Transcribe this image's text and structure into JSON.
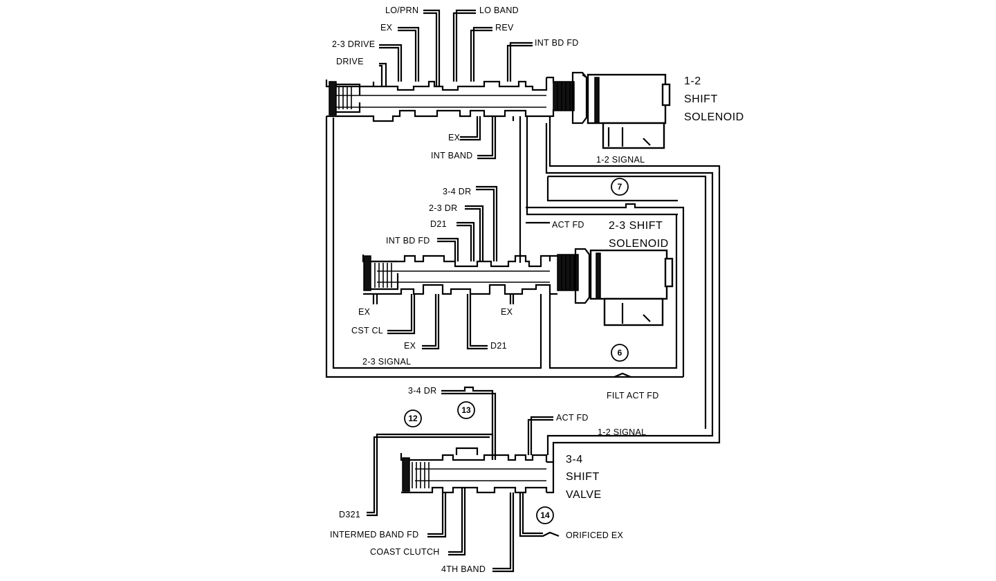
{
  "labels": {
    "lo_prn": "LO/PRN",
    "lo_band": "LO BAND",
    "ex_top": "EX",
    "rev": "REV",
    "drive_23": "2-3 DRIVE",
    "int_bd_fd_top": "INT BD FD",
    "drive": "DRIVE",
    "ex_mid": "EX",
    "int_band": "INT BAND",
    "signal_12_top": "1-2 SIGNAL",
    "dr_34_mid": "3-4 DR",
    "dr_23": "2-3 DR",
    "d21_upper": "D21",
    "act_fd_mid": "ACT FD",
    "int_bd_fd_mid": "INT BD FD",
    "ex_left": "EX",
    "cst_cl": "CST CL",
    "ex_right": "EX",
    "ex_bottom": "EX",
    "d21_lower": "D21",
    "signal_23": "2-3 SIGNAL",
    "dr_34_low": "3-4 DR",
    "filt_act_fd": "FILT ACT FD",
    "act_fd_low": "ACT FD",
    "signal_12_low": "1-2 SIGNAL",
    "d321": "D321",
    "intermed_band_fd": "INTERMED BAND FD",
    "coast_clutch": "COAST CLUTCH",
    "fourth_band": "4TH BAND",
    "orificed_ex": "ORIFICED EX"
  },
  "titles": {
    "solenoid_12": [
      "1-2",
      "SHIFT",
      "SOLENOID"
    ],
    "solenoid_23": [
      "2-3 SHIFT",
      "SOLENOID"
    ],
    "valve_34": [
      "3-4",
      "SHIFT",
      "VALVE"
    ]
  },
  "circles": [
    "7",
    "6",
    "12",
    "13",
    "14"
  ]
}
